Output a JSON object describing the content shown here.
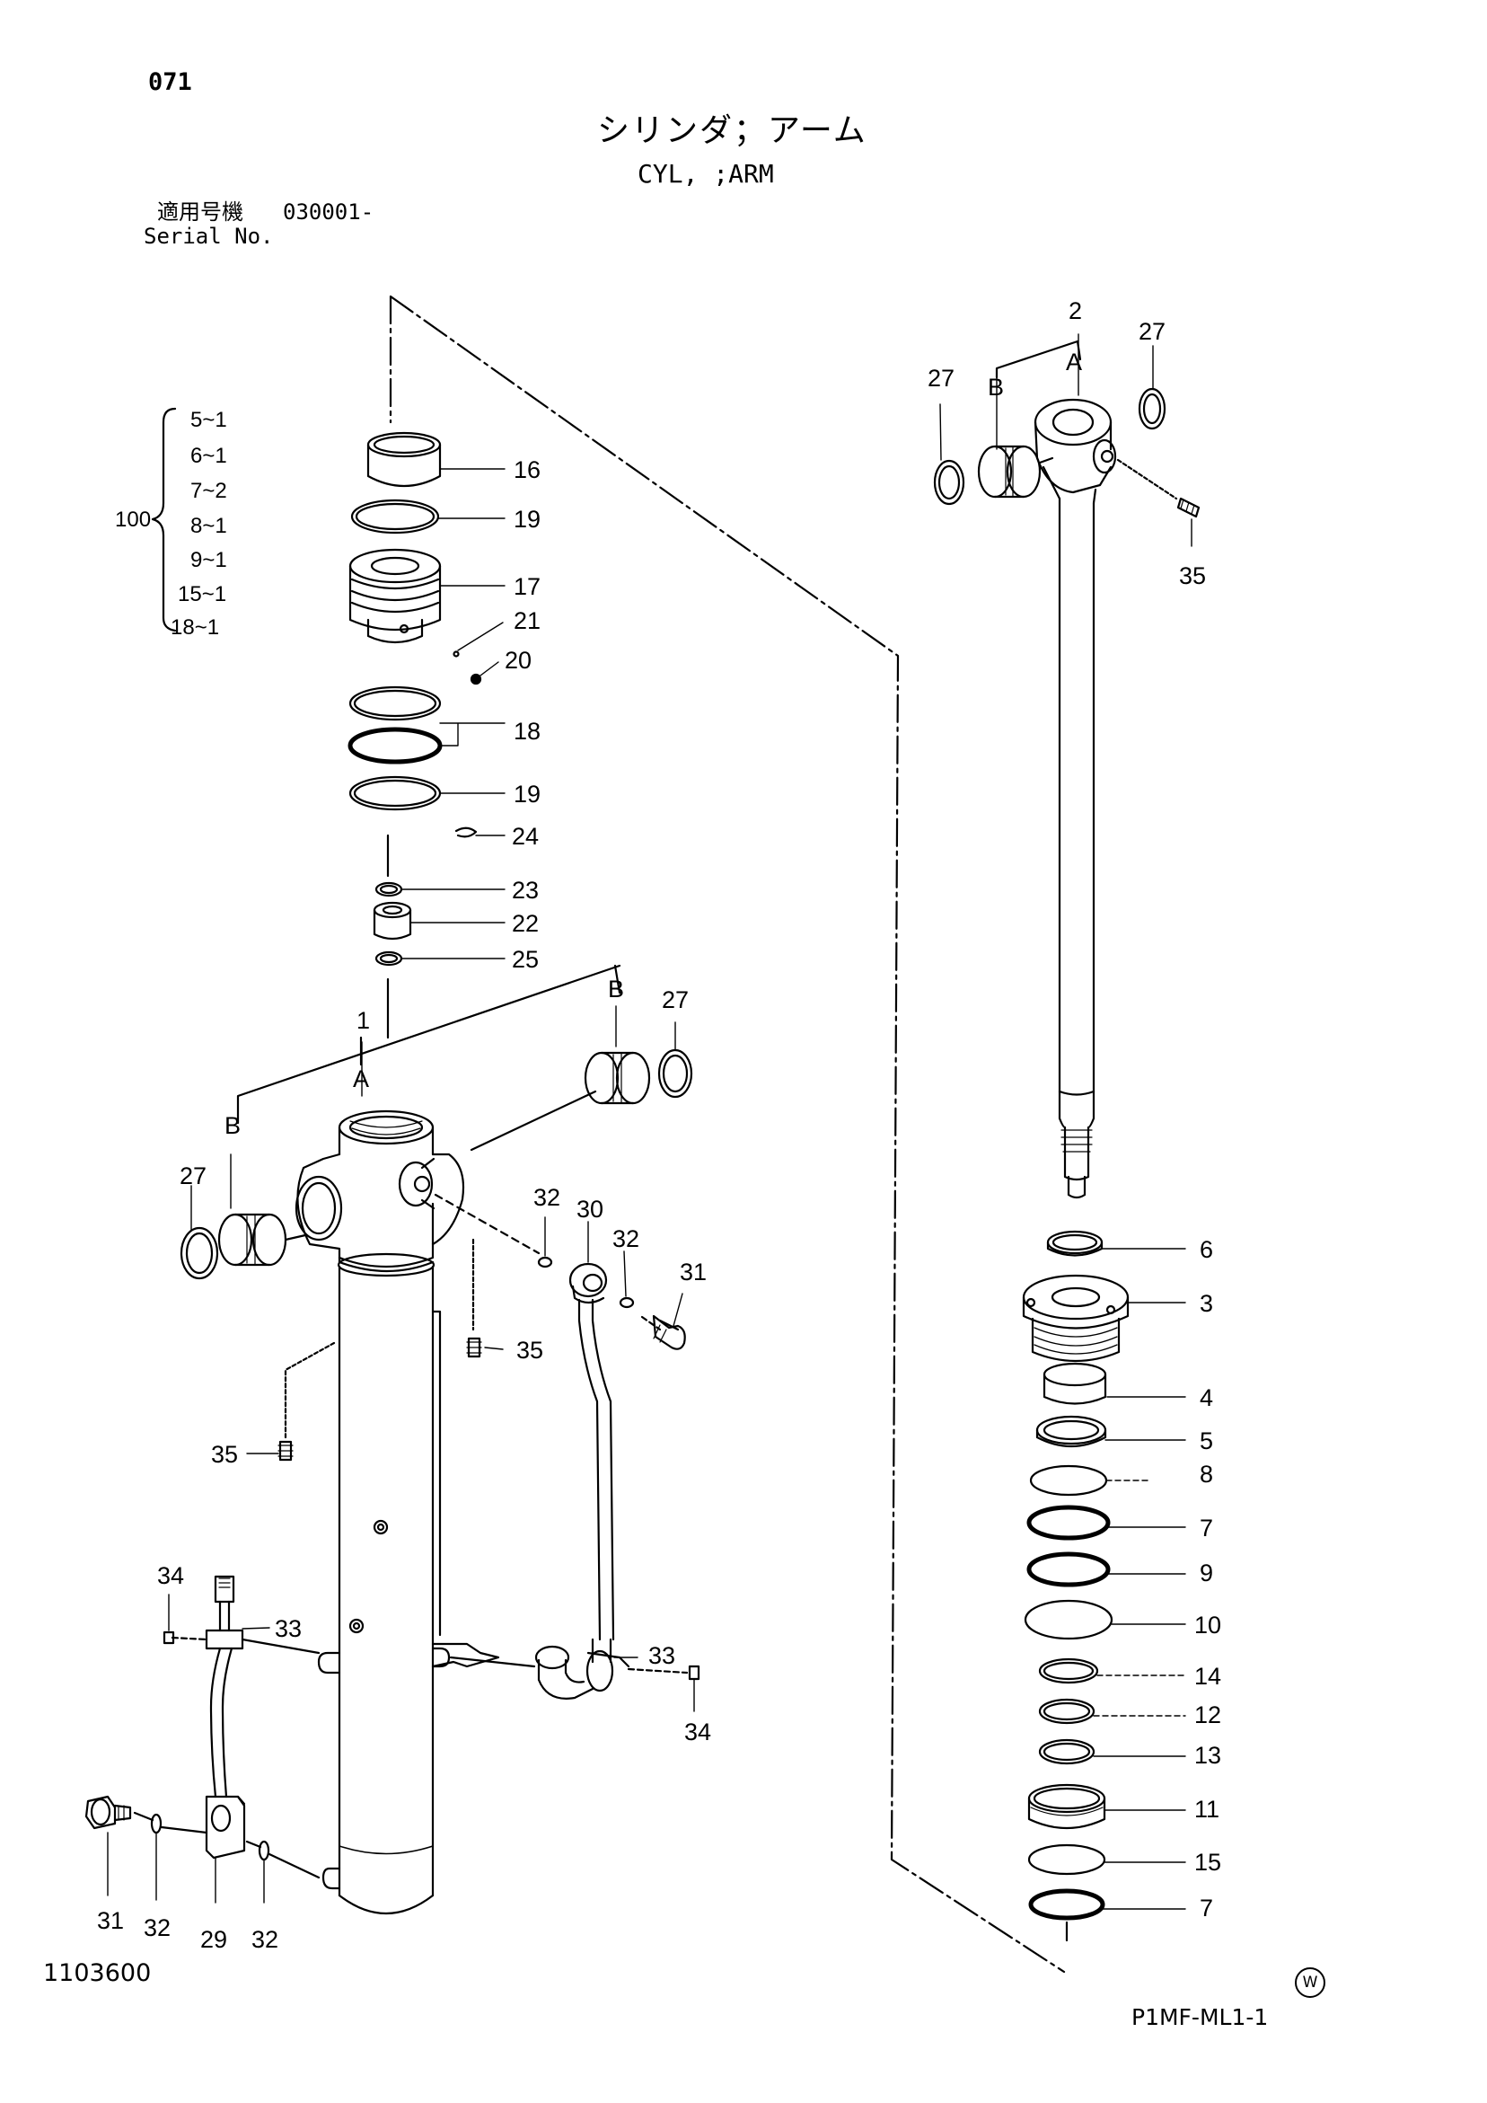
{
  "header": {
    "page_number": "071",
    "title_jp": "シリンダ；アーム",
    "title_en": "CYL, ;ARM",
    "serial_label_jp": "適用号機",
    "serial_value": "030001-",
    "serial_label_en": "Serial No."
  },
  "footer": {
    "document_number": "1103600",
    "figure_code": "P1MF-ML1-1",
    "mark": "W"
  },
  "kit": {
    "number": "100",
    "entries": [
      "5~1",
      "6~1",
      "7~2",
      "8~1",
      "9~1",
      "15~1",
      "18~1"
    ]
  },
  "callouts": {
    "c1": "1",
    "c2": "2",
    "c3": "3",
    "c4": "4",
    "c5": "5",
    "c6": "6",
    "c7": "7",
    "c8": "8",
    "c9": "9",
    "c10": "10",
    "c11": "11",
    "c12": "12",
    "c13": "13",
    "c14": "14",
    "c15": "15",
    "c16": "16",
    "c17": "17",
    "c18": "18",
    "c19": "19",
    "c20": "20",
    "c21": "21",
    "c22": "22",
    "c23": "23",
    "c24": "24",
    "c25": "25",
    "c27": "27",
    "c29": "29",
    "c30": "30",
    "c31": "31",
    "c32": "32",
    "c33": "33",
    "c34": "34",
    "c35": "35",
    "A": "A",
    "B": "B"
  }
}
